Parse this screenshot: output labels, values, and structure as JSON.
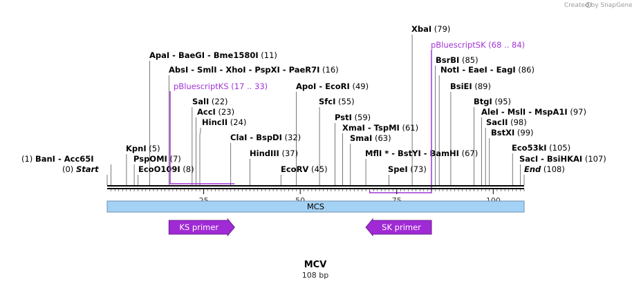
{
  "credit": "Created by SnapGene",
  "title": "MCV",
  "subtitle": "108 bp",
  "sequence_length": 108,
  "ticks": [
    25,
    50,
    75,
    100
  ],
  "feature": {
    "label": "MCS",
    "start": 1,
    "end": 108,
    "color": "#a4d2f5"
  },
  "primers": [
    {
      "label": "KS primer",
      "direction": "right",
      "start": 17,
      "end": 33,
      "color": "#a02ad4"
    },
    {
      "label": "SK primer",
      "direction": "left",
      "start": 68,
      "end": 84,
      "color": "#a02ad4"
    }
  ],
  "primer_sites": [
    {
      "label": "pBluescriptKS",
      "range": "(17 .. 33)",
      "start": 17,
      "end": 33
    },
    {
      "label": "pBluescriptSK",
      "range": "(68 .. 84)",
      "start": 68,
      "end": 84
    }
  ],
  "sites": [
    {
      "pos": 79,
      "names": [
        "XbaI"
      ],
      "position_label": "(79)"
    },
    {
      "pos": 85,
      "names": [
        "BsrBI"
      ],
      "position_label": "(85)"
    },
    {
      "pos": 11,
      "names": [
        "ApaI",
        "BaeGI",
        "Bme1580I"
      ],
      "position_label": "(11)"
    },
    {
      "pos": 86,
      "names": [
        "NotI",
        "EaeI",
        "EagI"
      ],
      "position_label": "(86)"
    },
    {
      "pos": 16,
      "names": [
        "AbsI",
        "SmlI",
        "XhoI",
        "PspXI",
        "PaeR7I"
      ],
      "position_label": "(16)"
    },
    {
      "pos": 89,
      "names": [
        "BsiEI"
      ],
      "position_label": "(89)"
    },
    {
      "pos": 49,
      "names": [
        "ApoI",
        "EcoRI"
      ],
      "position_label": "(49)"
    },
    {
      "pos": 22,
      "names": [
        "SalI"
      ],
      "position_label": "(22)"
    },
    {
      "pos": 55,
      "names": [
        "SfcI"
      ],
      "position_label": "(55)"
    },
    {
      "pos": 95,
      "names": [
        "BtgI"
      ],
      "position_label": "(95)"
    },
    {
      "pos": 23,
      "names": [
        "AccI"
      ],
      "position_label": "(23)"
    },
    {
      "pos": 97,
      "names": [
        "AleI",
        "MslI",
        "MspA1I"
      ],
      "position_label": "(97)"
    },
    {
      "pos": 59,
      "names": [
        "PstI"
      ],
      "position_label": "(59)"
    },
    {
      "pos": 24,
      "names": [
        "HincII"
      ],
      "position_label": "(24)"
    },
    {
      "pos": 98,
      "names": [
        "SacII"
      ],
      "position_label": "(98)"
    },
    {
      "pos": 61,
      "names": [
        "XmaI",
        "TspMI"
      ],
      "position_label": "(61)"
    },
    {
      "pos": 99,
      "names": [
        "BstXI"
      ],
      "position_label": "(99)"
    },
    {
      "pos": 32,
      "names": [
        "ClaI",
        "BspDI"
      ],
      "position_label": "(32)"
    },
    {
      "pos": 63,
      "names": [
        "SmaI"
      ],
      "position_label": "(63)"
    },
    {
      "pos": 5,
      "names": [
        "KpnI"
      ],
      "position_label": "(5)"
    },
    {
      "pos": 105,
      "names": [
        "Eco53kI"
      ],
      "position_label": "(105)"
    },
    {
      "pos": 37,
      "names": [
        "HindIII"
      ],
      "position_label": "(37)"
    },
    {
      "pos": 67,
      "names": [
        "MflI *",
        "BstYI",
        "BamHI"
      ],
      "position_label": "(67)"
    },
    {
      "pos": 1,
      "names": [
        "BanI",
        "Acc65I"
      ],
      "position_label": "(1)"
    },
    {
      "pos": 7,
      "names": [
        "PspOMI"
      ],
      "position_label": "(7)"
    },
    {
      "pos": 107,
      "names": [
        "SacI",
        "BsiHKAI"
      ],
      "position_label": "(107)"
    },
    {
      "pos": 0,
      "names": [
        "Start"
      ],
      "position_label": "(0)",
      "italic": true
    },
    {
      "pos": 8,
      "names": [
        "EcoO109I"
      ],
      "position_label": "(8)"
    },
    {
      "pos": 45,
      "names": [
        "EcoRV"
      ],
      "position_label": "(45)"
    },
    {
      "pos": 73,
      "names": [
        "SpeI"
      ],
      "position_label": "(73)"
    },
    {
      "pos": 108,
      "names": [
        "End"
      ],
      "position_label": "(108)",
      "italic": true
    }
  ]
}
